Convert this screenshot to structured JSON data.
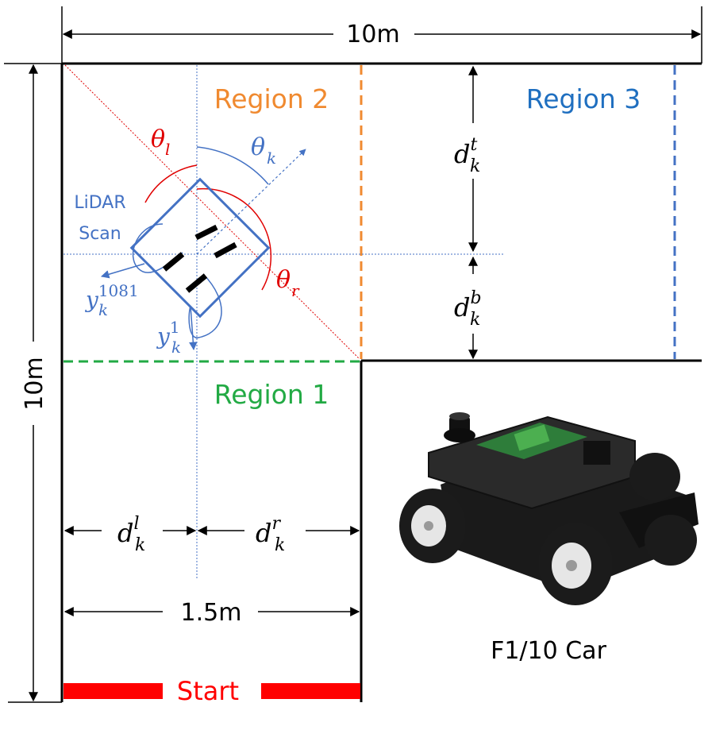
{
  "dimensions": {
    "top_width": "10m",
    "left_height": "10m",
    "bottom_width": "1.5m"
  },
  "regions": {
    "region1": "Region 1",
    "region2": "Region 2",
    "region3": "Region 3"
  },
  "lidar": {
    "line1": "LiDAR",
    "line2": "Scan",
    "first_beam": {
      "base": "y",
      "sub": "k",
      "sup": "1"
    },
    "last_beam": {
      "base": "y",
      "sub": "k",
      "sup": "1081"
    }
  },
  "angles": {
    "theta_l": {
      "base": "θ",
      "sub": "l"
    },
    "theta_k": {
      "base": "θ",
      "sub": "k"
    },
    "theta_r": {
      "base": "θ",
      "sub": "r"
    }
  },
  "distances": {
    "d_top": {
      "base": "d",
      "sub": "k",
      "sup": "t"
    },
    "d_bottom": {
      "base": "d",
      "sub": "k",
      "sup": "b"
    },
    "d_left": {
      "base": "d",
      "sub": "k",
      "sup": "l"
    },
    "d_right": {
      "base": "d",
      "sub": "k",
      "sup": "r"
    }
  },
  "start_label": "Start",
  "car_caption": "F1/10 Car",
  "colors": {
    "region1": "#22aa44",
    "region2": "#f08a30",
    "region3": "#1f6fc0",
    "lidar": "#4472c4",
    "angle": "#e00000",
    "start_bar": "#ff0000",
    "walls": "#000000"
  }
}
